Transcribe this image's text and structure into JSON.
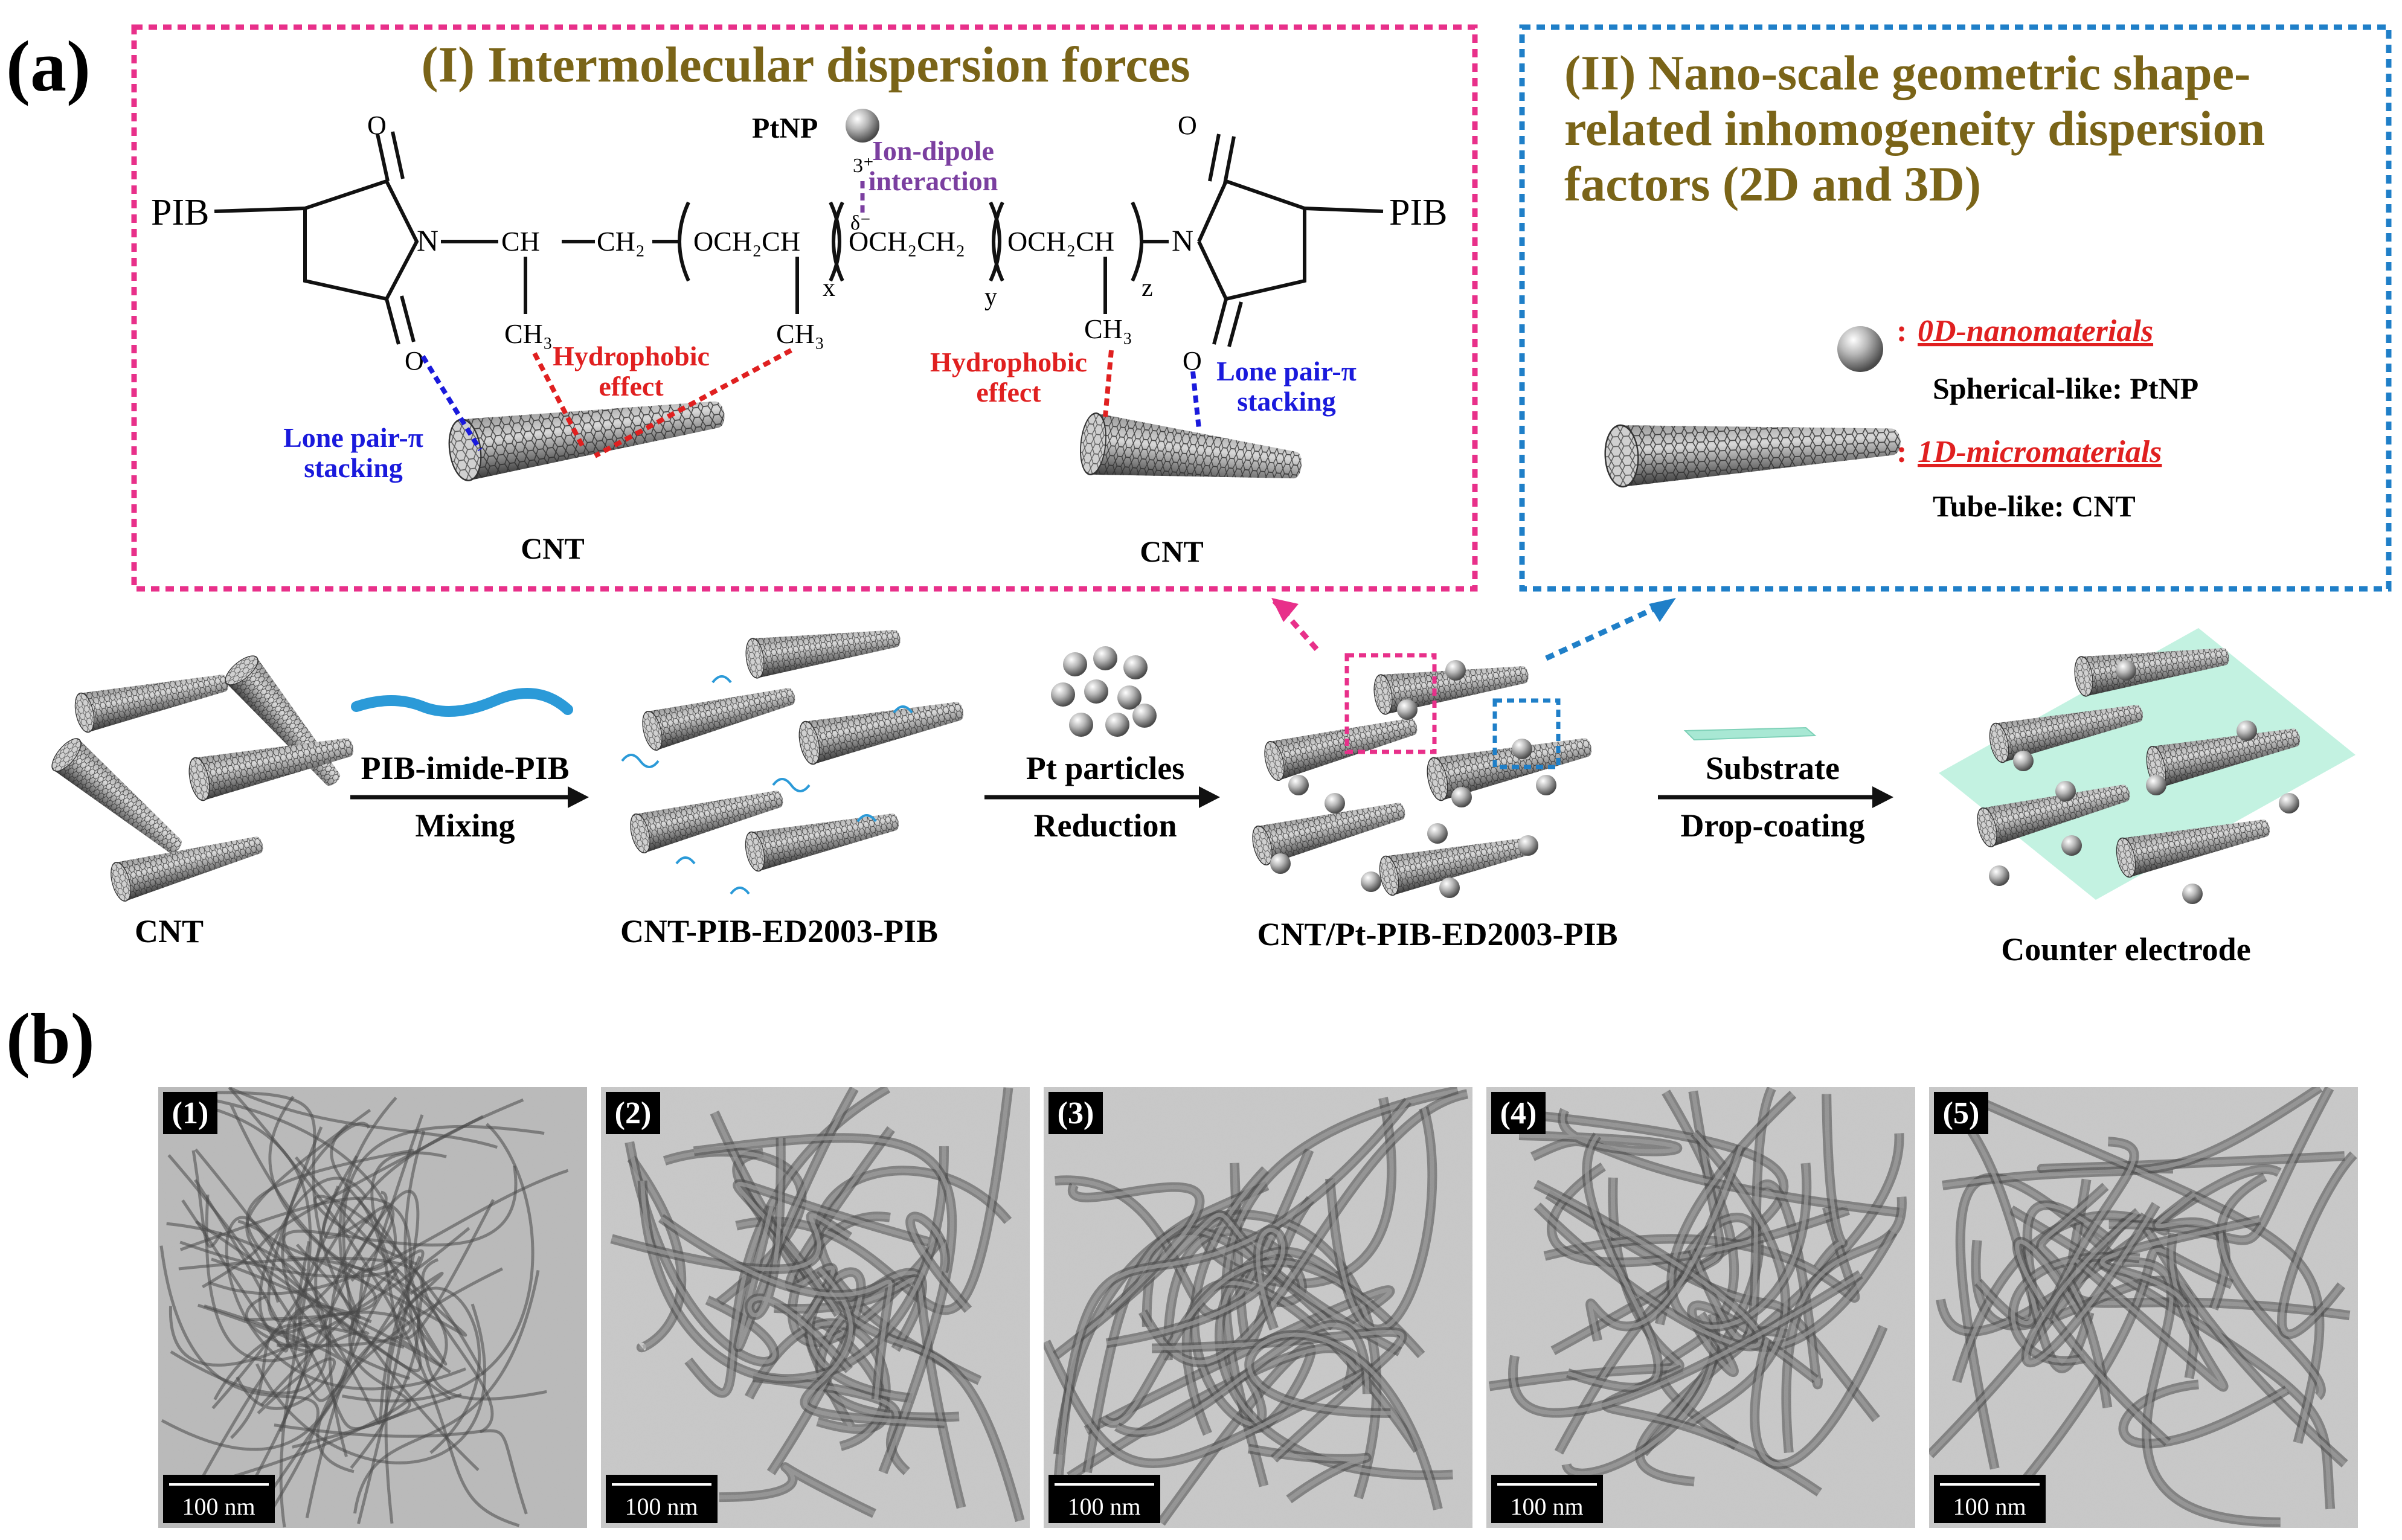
{
  "panel_a": {
    "label": "(a)",
    "box1": {
      "title": "(I) Intermolecular dispersion forces",
      "pib_left": "PIB",
      "pib_right": "PIB",
      "n_left": "N",
      "n_right": "N",
      "o_labels": [
        "O",
        "O",
        "O",
        "O"
      ],
      "ch_left": "CH",
      "ch2_left": "CH₂",
      "ch3_left": "CH₃",
      "seg_x": "OCH₂CH",
      "seg_y": "OCH₂CH₂",
      "seg_z": "OCH₂CH",
      "sub_x": "x",
      "sub_y": "y",
      "sub_z": "z",
      "ch3_mid": "CH₃",
      "ch3_right": "CH₃",
      "ptnp": "PtNP",
      "charge_plus": "3⁺",
      "charge_minus": "δ⁻",
      "ion_dipole": [
        "Ion-dipole",
        "interaction"
      ],
      "hydrophobic_left": [
        "Hydrophobic",
        "effect"
      ],
      "hydrophobic_right": [
        "Hydrophobic",
        "effect"
      ],
      "lonepair_left": [
        "Lone pair-π",
        "stacking"
      ],
      "lonepair_right": [
        "Lone pair-π",
        "stacking"
      ],
      "cnt_left": "CNT",
      "cnt_right": "CNT"
    },
    "box2": {
      "title": [
        "(II) Nano-scale geometric shape-",
        "related inhomogeneity dispersion",
        "factors (2D and 3D)"
      ],
      "colon1": ":",
      "zero_d": "0D-nanomaterials",
      "zero_d_desc": "Spherical-like: PtNP",
      "colon2": ":",
      "one_d": "1D-micromaterials",
      "one_d_desc": "Tube-like: CNT"
    },
    "flow": {
      "step1_label": "CNT",
      "arrow1_top": "PIB-imide-PIB",
      "arrow1_bottom": "Mixing",
      "step2_label": "CNT-PIB-ED2003-PIB",
      "arrow2_top": "Pt particles",
      "arrow2_bottom": "Reduction",
      "step3_label": "CNT/Pt-PIB-ED2003-PIB",
      "arrow3_top": "Substrate",
      "arrow3_bottom": "Drop-coating",
      "step4_label": "Counter electrode"
    }
  },
  "panel_b": {
    "label": "(b)",
    "images": [
      {
        "tag": "(1)",
        "scale": "100 nm"
      },
      {
        "tag": "(2)",
        "scale": "100 nm"
      },
      {
        "tag": "(3)",
        "scale": "100 nm"
      },
      {
        "tag": "(4)",
        "scale": "100 nm"
      },
      {
        "tag": "(5)",
        "scale": "100 nm"
      }
    ]
  },
  "colors": {
    "box1_border": "#e8308a",
    "box2_border": "#1f7fc8",
    "title_olive": "#7a6418",
    "red_label": "#e02020",
    "blue_label": "#1a1adc",
    "purple_label": "#7b3fa0",
    "polymer_blue": "#2b9ad8"
  }
}
